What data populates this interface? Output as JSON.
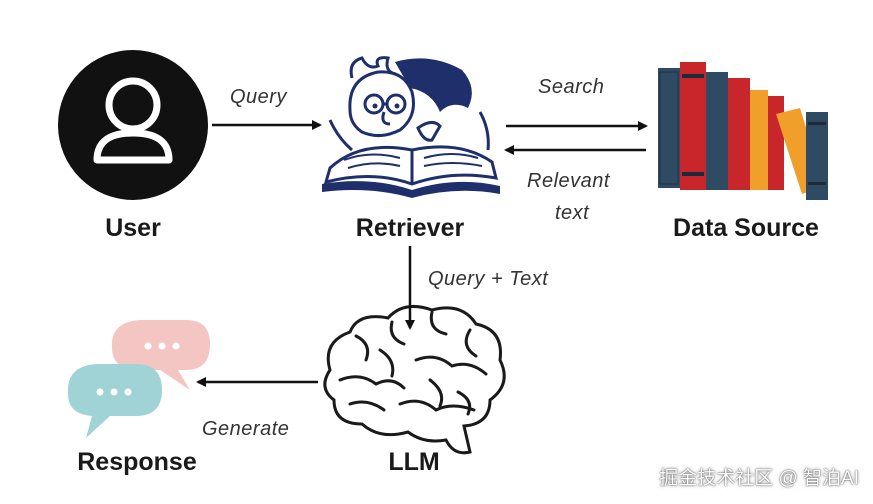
{
  "nodes": {
    "user": "User",
    "retriever": "Retriever",
    "data_source": "Data Source",
    "llm": "LLM",
    "response": "Response"
  },
  "edges": {
    "query": "Query",
    "search": "Search",
    "relevant_text_line1": "Relevant",
    "relevant_text_line2": "text",
    "query_text": "Query + Text",
    "generate": "Generate"
  },
  "watermark": "掘金技术社区 @ 智泊AI",
  "icons": {
    "user": "user-avatar-icon",
    "retriever": "reading-scholar-icon",
    "data_source": "books-icon",
    "llm": "brain-icon",
    "response": "chat-bubbles-icon"
  },
  "colors": {
    "user_circle": "#111111",
    "ink": "#1f2f6b",
    "bubble_pink": "#f3c6c4",
    "bubble_teal": "#9fd3d5"
  }
}
